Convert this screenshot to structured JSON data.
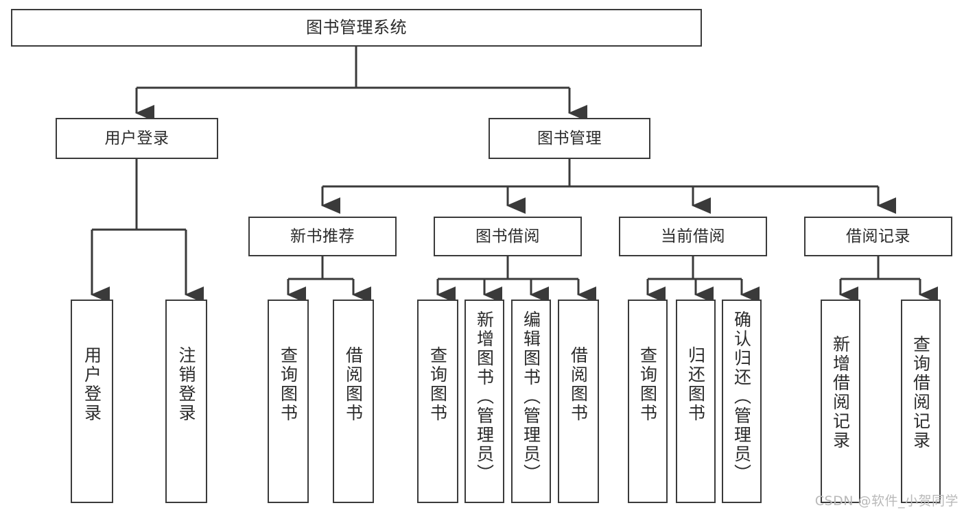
{
  "diagram": {
    "title": "图书管理系统",
    "type": "hierarchy-tree",
    "orientation": "top-down",
    "edge_color": "#3a3a3a",
    "box_border_color": "#3a3a3a",
    "box_fill_color": "#ffffff",
    "text_color": "#2b2b2b"
  },
  "nodes": {
    "root": {
      "label": "图书管理系统",
      "level": 0
    },
    "level1": [
      {
        "id": "user_login",
        "label": "用户登录"
      },
      {
        "id": "book_manage",
        "label": "图书管理"
      }
    ],
    "level2": [
      {
        "id": "new_book_rec",
        "label": "新书推荐",
        "parent": "book_manage"
      },
      {
        "id": "book_borrow",
        "label": "图书借阅",
        "parent": "book_manage"
      },
      {
        "id": "current_borrow",
        "label": "当前借阅",
        "parent": "book_manage"
      },
      {
        "id": "borrow_record",
        "label": "借阅记录",
        "parent": "book_manage"
      }
    ],
    "leaves": [
      {
        "id": "leaf_user_login",
        "label": "用户登录",
        "parent": "user_login"
      },
      {
        "id": "leaf_user_logout",
        "label": "注销登录",
        "parent": "user_login"
      },
      {
        "id": "leaf_query_book_1",
        "label": "查询图书",
        "parent": "new_book_rec"
      },
      {
        "id": "leaf_borrow_book_1",
        "label": "借阅图书",
        "parent": "new_book_rec"
      },
      {
        "id": "leaf_query_book_2",
        "label": "查询图书",
        "parent": "book_borrow"
      },
      {
        "id": "leaf_add_book",
        "label": "新增图书（管理员）",
        "parent": "book_borrow"
      },
      {
        "id": "leaf_edit_book",
        "label": "编辑图书（管理员）",
        "parent": "book_borrow"
      },
      {
        "id": "leaf_borrow_book_2",
        "label": "借阅图书",
        "parent": "book_borrow"
      },
      {
        "id": "leaf_query_book_3",
        "label": "查询图书",
        "parent": "current_borrow"
      },
      {
        "id": "leaf_return_book",
        "label": "归还图书",
        "parent": "current_borrow"
      },
      {
        "id": "leaf_confirm_return",
        "label": "确认归还（管理员）",
        "parent": "current_borrow"
      },
      {
        "id": "leaf_add_record",
        "label": "新增借阅记录",
        "parent": "borrow_record"
      },
      {
        "id": "leaf_query_record",
        "label": "查询借阅记录",
        "parent": "borrow_record"
      }
    ]
  },
  "watermark": {
    "text": "CSDN @软件_小贺同学"
  }
}
